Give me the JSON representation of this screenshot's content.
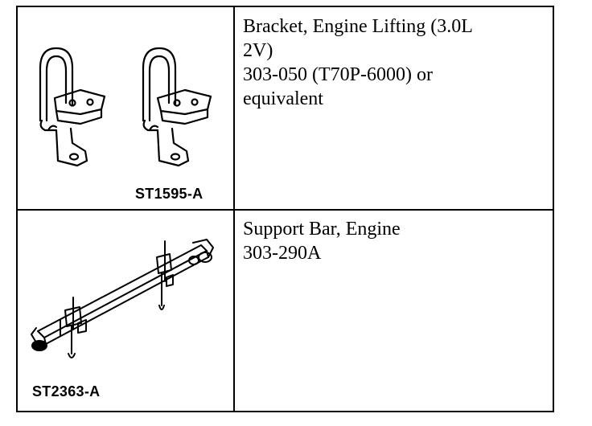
{
  "rows": [
    {
      "image_code": "ST1595-A",
      "lines": [
        "Bracket, Engine Lifting (3.0L",
        "2V)",
        "303-050 (T70P-6000) or",
        "equivalent"
      ]
    },
    {
      "image_code": "ST2363-A",
      "lines": [
        "Support Bar, Engine",
        "303-290A"
      ]
    }
  ]
}
